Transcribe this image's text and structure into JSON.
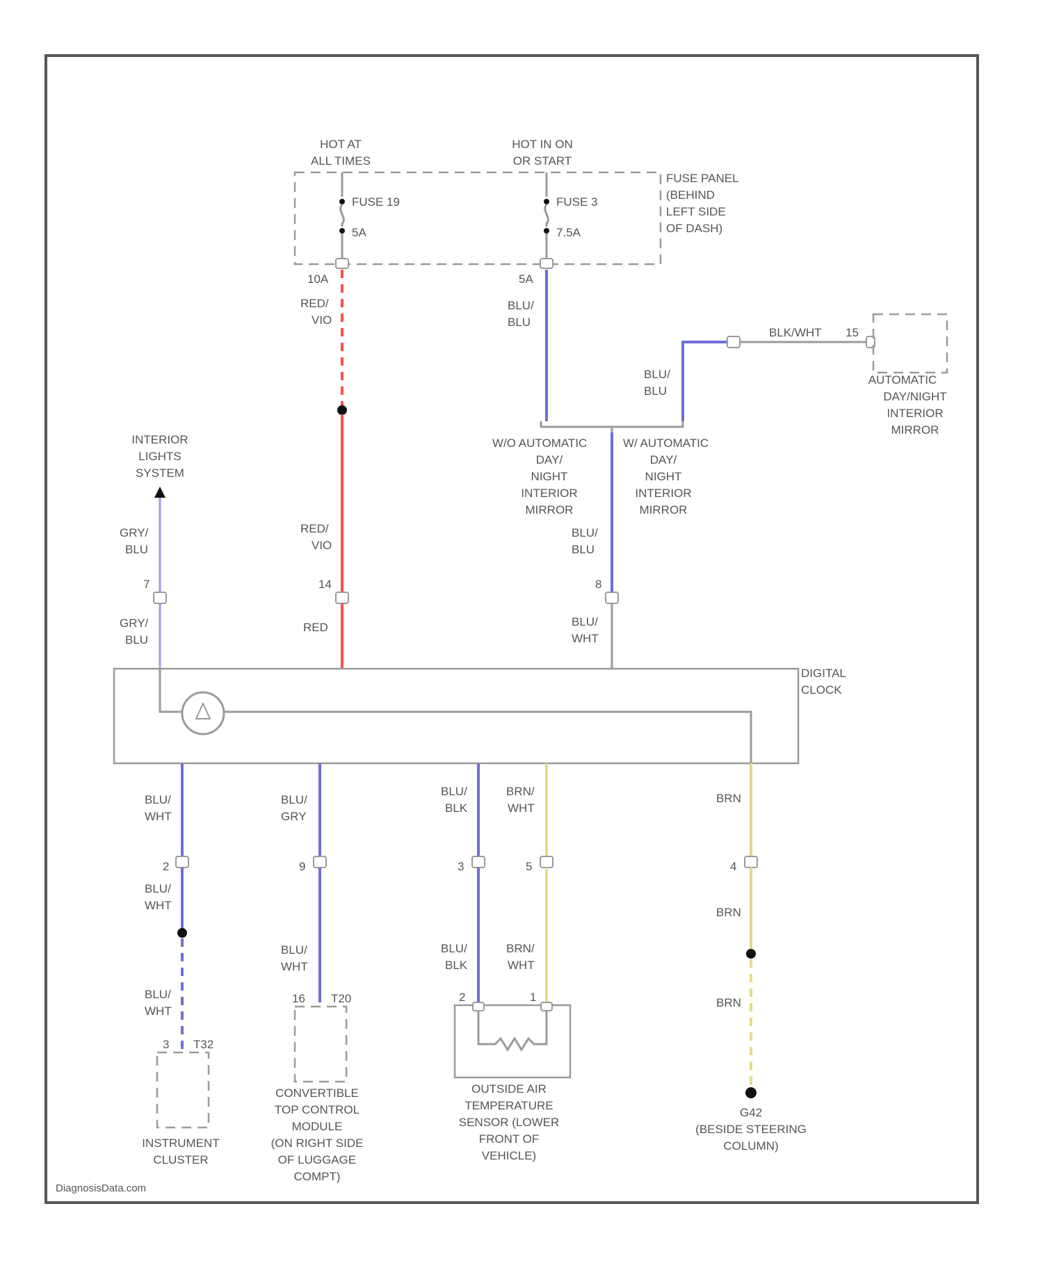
{
  "power": {
    "hot_at_all_times": [
      "HOT AT",
      "ALL TIMES"
    ],
    "hot_in_on": [
      "HOT IN ON",
      "OR START"
    ],
    "fuse19": "FUSE 19",
    "fuse19_rating": "5A",
    "fuse3": "FUSE 3",
    "fuse3_rating": "7.5A",
    "fuse_panel": [
      "FUSE PANEL",
      "(BEHIND",
      "LEFT SIDE",
      "OF DASH)"
    ],
    "pin_left": "10A",
    "pin_right": "5A"
  },
  "wires": {
    "red_vio_1": [
      "RED/",
      "VIO"
    ],
    "red_vio_2": [
      "RED/",
      "VIO"
    ],
    "red": "RED",
    "blu_blu_1": [
      "BLU/",
      "BLU"
    ],
    "blu_blu_2": [
      "BLU/",
      "BLU"
    ],
    "blu_blu_3": [
      "BLU/",
      "BLU"
    ],
    "blu_wht_top": [
      "BLU/",
      "WHT"
    ],
    "blk_wht": "BLK/WHT",
    "gry_blu_1": [
      "GRY/",
      "BLU"
    ],
    "gry_blu_2": [
      "GRY/",
      "BLU"
    ],
    "blu_wht_a1": [
      "BLU/",
      "WHT"
    ],
    "blu_wht_a2": [
      "BLU/",
      "WHT"
    ],
    "blu_wht_a3": [
      "BLU/",
      "WHT"
    ],
    "blu_gry": [
      "BLU/",
      "GRY"
    ],
    "blu_wht_b": [
      "BLU/",
      "WHT"
    ],
    "blu_blk_1": [
      "BLU/",
      "BLK"
    ],
    "blu_blk_2": [
      "BLU/",
      "BLK"
    ],
    "brn_wht_1": [
      "BRN/",
      "WHT"
    ],
    "brn_wht_2": [
      "BRN/",
      "WHT"
    ],
    "brn_1": "BRN",
    "brn_2": "BRN",
    "brn_3": "BRN"
  },
  "pins": {
    "p7": "7",
    "p14": "14",
    "p8": "8",
    "p2": "2",
    "p9": "9",
    "p3": "3",
    "p5": "5",
    "p4": "4",
    "p15": "15",
    "p16": "16",
    "t20": "T20",
    "p3b": "3",
    "t32": "T32",
    "p2b": "2",
    "p1b": "1"
  },
  "components": {
    "interior_lights": [
      "INTERIOR",
      "LIGHTS",
      "SYSTEM"
    ],
    "auto_mirror_right": [
      "AUTOMATIC",
      "DAY/NIGHT",
      "INTERIOR",
      "MIRROR"
    ],
    "wo_auto": "W/O AUTOMATIC",
    "w_auto": "W/ AUTOMATIC",
    "wo_sub": [
      "DAY/",
      "NIGHT",
      "INTERIOR",
      "MIRROR"
    ],
    "w_sub": [
      "DAY/",
      "NIGHT",
      "INTERIOR",
      "MIRROR"
    ],
    "digital_clock": [
      "DIGITAL",
      "CLOCK"
    ],
    "instrument_cluster": [
      "INSTRUMENT",
      "CLUSTER"
    ],
    "convertible": [
      "CONVERTIBLE",
      "TOP CONTROL",
      "MODULE",
      "(ON RIGHT SIDE",
      "OF LUGGAGE",
      "COMPT)"
    ],
    "oat_sensor": [
      "OUTSIDE AIR",
      "TEMPERATURE",
      "SENSOR (LOWER",
      "FRONT OF",
      "VEHICLE)"
    ],
    "ground": [
      "G42",
      "(BESIDE STEERING",
      "COLUMN)"
    ]
  },
  "watermark": "DiagnosisData.com"
}
